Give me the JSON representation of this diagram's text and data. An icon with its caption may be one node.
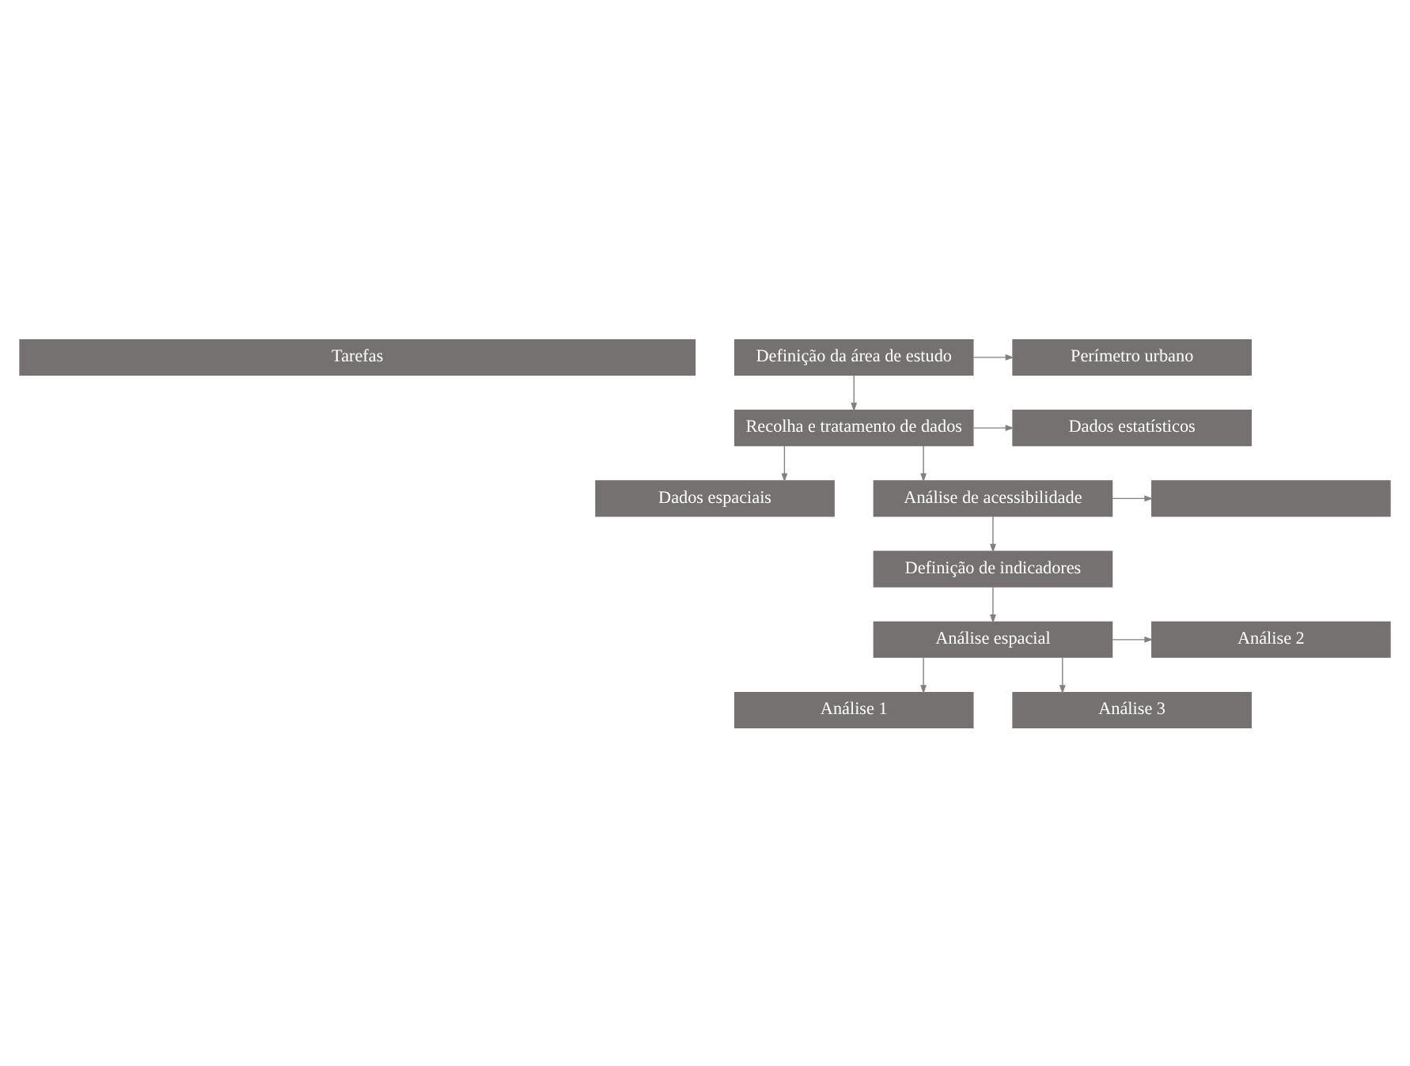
{
  "diagram": {
    "nodes": [
      {
        "text": [
          "Tarefas"
        ]
      },
      {
        "text": [
          "Definição da área de estudo"
        ]
      },
      {
        "text": [
          "Perímetro urbano"
        ]
      },
      {
        "text": [
          "Recolha e tratamento de dados"
        ]
      },
      {
        "text": [
          "Dados estatísticos"
        ]
      },
      {
        "text": [
          "Dados espaciais"
        ]
      },
      {
        "text": [
          "Análise de acessibilidade"
        ]
      },
      {
        "text": [],
        "shape": "box"
      },
      {
        "text": [
          "Definição de indicadores"
        ]
      },
      {
        "text": [
          "Análise espacial"
        ]
      },
      {
        "text": [
          "Análise 1"
        ]
      },
      {
        "text": [
          "Análise 2"
        ]
      },
      {
        "text": [
          "Análise 3"
        ]
      }
    ],
    "edges": [
      {
        "from": 1,
        "to": 2,
        "arrow": "to"
      },
      {
        "from": 1,
        "to": 3,
        "arrow": "to"
      },
      {
        "from": 3,
        "to": 4,
        "arrow": "to"
      },
      {
        "from": 3,
        "to": 5,
        "arrow": "to"
      },
      {
        "from": 3,
        "to": 6,
        "arrow": "to"
      },
      {
        "from": 6,
        "to": 7,
        "arrow": "to"
      },
      {
        "from": 6,
        "to": 8,
        "arrow": "to"
      },
      {
        "from": 8,
        "to": 9,
        "arrow": "to"
      },
      {
        "from": 9,
        "to": 10,
        "arrow": "to"
      },
      {
        "from": 9,
        "to": 11,
        "arrow": "to"
      },
      {
        "from": 9,
        "to": 12,
        "arrow": "to"
      }
    ]
  }
}
